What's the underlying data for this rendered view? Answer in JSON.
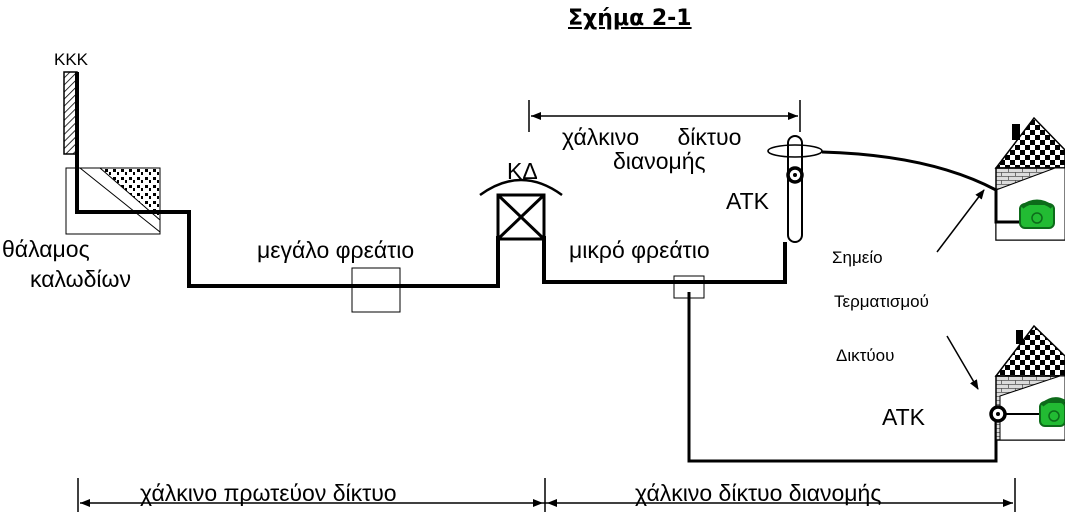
{
  "title": "Σχήμα 2-1",
  "labels": {
    "kkk": "ΚΚΚ",
    "thalamos_1": "θάλαμος",
    "thalamos_2": "καλωδίων",
    "megalo": "μεγάλο φρεάτιο",
    "kd": "ΚΔ",
    "mikro": "μικρό φρεάτιο",
    "top_dist_1": "χάλκινο      δίκτυο",
    "top_dist_2": "διανομής",
    "atk_upper": "ΑΤΚ",
    "atk_lower": "ΑΤΚ",
    "simeio_1": "Σημείο",
    "simeio_2": "Τερματισμού",
    "simeio_3": "Δικτύου",
    "primary_net": "χάλκινο πρωτεύον δίκτυο",
    "dist_net": "χάλκινο δίκτυο διανομής"
  },
  "colors": {
    "line": "#000000",
    "brick": "#c8c8c8",
    "phone": "#22bb33",
    "phone_dark": "#0d6b1a"
  },
  "icons": [
    "ladder-icon",
    "house-icon",
    "telephone-icon",
    "pole-icon",
    "distribution-box-icon"
  ]
}
